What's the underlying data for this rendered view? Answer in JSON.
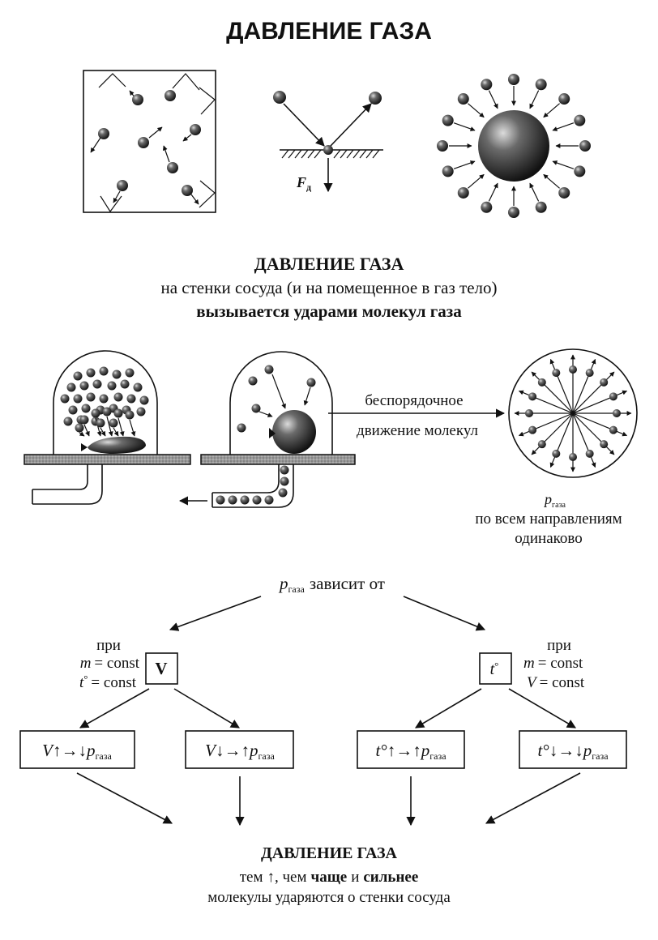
{
  "title": "ДАВЛЕНИЕ ГАЗА",
  "force_label": {
    "main": "F",
    "sub": "д"
  },
  "definition": {
    "heading": "ДАВЛЕНИЕ ГАЗА",
    "line1": "на стенки сосуда (и на помещенное в газ тело)",
    "line2": "вызывается ударами молекул газа"
  },
  "motion": {
    "line1": "беспорядочное",
    "line2": "движение молекул"
  },
  "equal_pressure": {
    "p": "p",
    "sub": "газа",
    "line1": "по всем направлениям",
    "line2": "одинаково"
  },
  "depends": {
    "p": "p",
    "sub": "газа",
    "text": "зависит от"
  },
  "left_condition": {
    "pri": "при",
    "m": "m",
    "eq_const": "= const",
    "t": "t",
    "deg": "°",
    "var": "V"
  },
  "right_condition": {
    "pri": "при",
    "m": "m",
    "eq_const": "= const",
    "V": "V",
    "var": "t",
    "deg": "°"
  },
  "boxes": [
    {
      "var": "V",
      "a1": "↑",
      "arrow": "→",
      "a2": "↓",
      "p": "p",
      "sub": "газа"
    },
    {
      "var": "V",
      "a1": "↓",
      "arrow": "→",
      "a2": "↑",
      "p": "p",
      "sub": "газа"
    },
    {
      "var": "t°",
      "a1": "↑",
      "arrow": "→",
      "a2": "↑",
      "p": "p",
      "sub": "газа"
    },
    {
      "var": "t°",
      "a1": "↓",
      "arrow": "→",
      "a2": "↓",
      "p": "p",
      "sub": "газа"
    }
  ],
  "conclusion": {
    "heading": "ДАВЛЕНИЕ ГАЗА",
    "tem": "тем",
    "arrow": "↑",
    "chem": ", чем",
    "chashche": "чаще",
    "i": "и",
    "silnee": "сильнее",
    "line2": "молекулы ударяются о стенки сосуда"
  }
}
